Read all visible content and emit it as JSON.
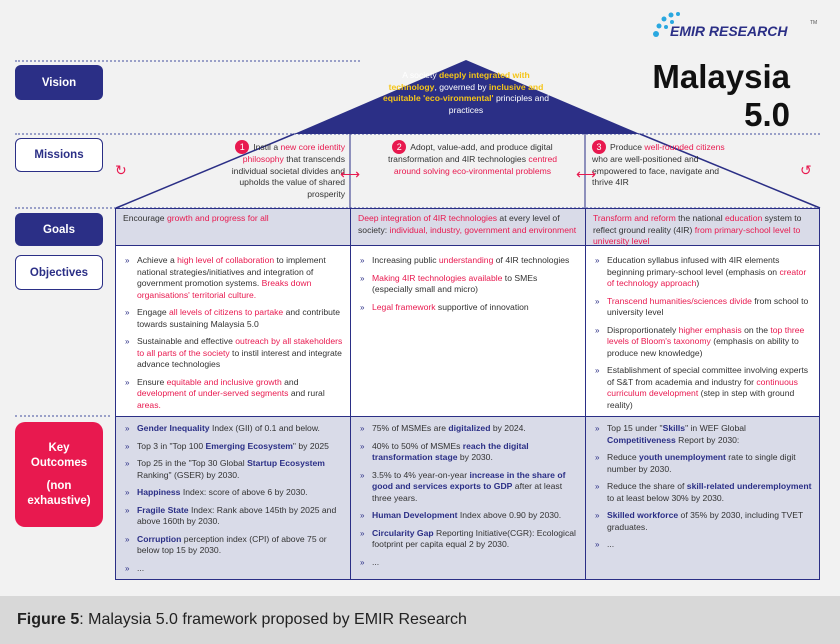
{
  "logo": {
    "text": "EMIR RESEARCH",
    "tm": "TM"
  },
  "title": {
    "line1": "Malaysia",
    "line2": "5.0"
  },
  "labels": {
    "vision": "Vision",
    "missions": "Missions",
    "goals": "Goals",
    "objectives": "Objectives",
    "key_outcomes": [
      "Key",
      "Outcomes",
      "(non",
      "exhaustive)"
    ]
  },
  "vision": [
    {
      "t": "A society "
    },
    {
      "t": "deeply integrated with technology",
      "s": "y"
    },
    {
      "t": ", governed by "
    },
    {
      "t": "inclusive and equitable 'eco-vironmental'",
      "s": "y"
    },
    {
      "t": " principles and practices"
    }
  ],
  "missions": [
    {
      "num": "1",
      "text": [
        {
          "t": "Instil a "
        },
        {
          "t": "new core identity philosophy",
          "s": "r"
        },
        {
          "t": " that transcends individual societal divides and upholds the value of shared prosperity"
        }
      ]
    },
    {
      "num": "2",
      "text": [
        {
          "t": "Adopt, value-add, and produce digital transformation and 4IR technologies "
        },
        {
          "t": "centred around solving eco-vironmental problems",
          "s": "r"
        }
      ]
    },
    {
      "num": "3",
      "text": [
        {
          "t": "Produce "
        },
        {
          "t": "well-rounded citizens",
          "s": "r"
        },
        {
          "t": " who are well-positioned and empowered to face, navigate and thrive 4IR"
        }
      ]
    }
  ],
  "arrow_symbol": "⟷",
  "goals": [
    [
      {
        "t": "Encourage "
      },
      {
        "t": "growth and progress for all",
        "s": "r"
      }
    ],
    [
      {
        "t": "Deep integration of 4IR technologies",
        "s": "r"
      },
      {
        "t": " at every level of society: "
      },
      {
        "t": "individual, industry, government and environment",
        "s": "r"
      }
    ],
    [
      {
        "t": "Transform and reform",
        "s": "r"
      },
      {
        "t": " the national "
      },
      {
        "t": "education",
        "s": "r"
      },
      {
        "t": " system to reflect ground reality (4IR) "
      },
      {
        "t": "from primary-school level to university level",
        "s": "r"
      }
    ]
  ],
  "objectives": [
    [
      [
        {
          "t": "Achieve a "
        },
        {
          "t": "high level of collaboration",
          "s": "r"
        },
        {
          "t": " to implement national strategies/initiatives and integration of government promotion systems. "
        },
        {
          "t": "Breaks down organisations' territorial culture.",
          "s": "r"
        }
      ],
      [
        {
          "t": "Engage "
        },
        {
          "t": "all levels of citizens to partake",
          "s": "r"
        },
        {
          "t": " and contribute towards sustaining Malaysia 5.0"
        }
      ],
      [
        {
          "t": "Sustainable and effective "
        },
        {
          "t": "outreach by all stakeholders to all parts of the society",
          "s": "r"
        },
        {
          "t": " to instil interest and integrate advance technologies"
        }
      ],
      [
        {
          "t": "Ensure "
        },
        {
          "t": "equitable and inclusive growth",
          "s": "r"
        },
        {
          "t": " and "
        },
        {
          "t": "development of under-served segments",
          "s": "r"
        },
        {
          "t": " and rural "
        },
        {
          "t": "areas.",
          "s": "r"
        }
      ]
    ],
    [
      [
        {
          "t": "Increasing public "
        },
        {
          "t": "understanding",
          "s": "r"
        },
        {
          "t": " of 4IR technologies"
        }
      ],
      [
        {
          "t": "Making 4IR technologies available",
          "s": "r"
        },
        {
          "t": " to SMEs (especially small and micro)"
        }
      ],
      [
        {
          "t": "Legal framework",
          "s": "r"
        },
        {
          "t": " supportive of innovation"
        }
      ]
    ],
    [
      [
        {
          "t": "Education syllabus infused with 4IR elements beginning primary-school level (emphasis on "
        },
        {
          "t": "creator of technology approach",
          "s": "r"
        },
        {
          "t": ")"
        }
      ],
      [
        {
          "t": "Transcend humanities/sciences divide",
          "s": "r"
        },
        {
          "t": " from school to university level"
        }
      ],
      [
        {
          "t": "Disproportionately "
        },
        {
          "t": "higher emphasis",
          "s": "r"
        },
        {
          "t": " on the "
        },
        {
          "t": "top three levels of Bloom's taxonomy",
          "s": "r"
        },
        {
          "t": " (emphasis on ability to produce new knowledge)"
        }
      ],
      [
        {
          "t": "Establishment of special committee involving experts of S&T from academia and industry for "
        },
        {
          "t": "continuous curriculum development",
          "s": "r"
        },
        {
          "t": " (step in step with ground reality)"
        }
      ]
    ]
  ],
  "outcomes": [
    [
      [
        {
          "t": "Gender Inequality",
          "s": "b"
        },
        {
          "t": " Index (GII) of 0.1 and below."
        }
      ],
      [
        {
          "t": "Top 3 in \"Top 100 "
        },
        {
          "t": "Emerging Ecosystem",
          "s": "b"
        },
        {
          "t": "\" by 2025"
        }
      ],
      [
        {
          "t": "Top 25 in the \"Top 30 Global "
        },
        {
          "t": "Startup Ecosystem",
          "s": "b"
        },
        {
          "t": " Ranking\" (GSER) by 2030."
        }
      ],
      [
        {
          "t": "Happiness",
          "s": "b"
        },
        {
          "t": " Index: score of above 6 by 2030."
        }
      ],
      [
        {
          "t": "Fragile State",
          "s": "b"
        },
        {
          "t": " Index: Rank above 145th by 2025 and above 160th by 2030."
        }
      ],
      [
        {
          "t": "Corruption",
          "s": "b"
        },
        {
          "t": " perception index (CPI) of above 75 or below top 15 by 2030."
        }
      ],
      [
        {
          "t": "..."
        }
      ]
    ],
    [
      [
        {
          "t": "75% of MSMEs are "
        },
        {
          "t": "digitalized",
          "s": "b"
        },
        {
          "t": " by 2024."
        }
      ],
      [
        {
          "t": "40% to 50% of MSMEs "
        },
        {
          "t": "reach the digital transformation stage",
          "s": "b"
        },
        {
          "t": " by 2030."
        }
      ],
      [
        {
          "t": "3.5% to 4% year-on-year "
        },
        {
          "t": "increase in the share of good and services exports to GDP",
          "s": "b"
        },
        {
          "t": " after at least three years."
        }
      ],
      [
        {
          "t": "Human Development",
          "s": "b"
        },
        {
          "t": " Index above 0.90 by 2030."
        }
      ],
      [
        {
          "t": "Circularity Gap",
          "s": "b"
        },
        {
          "t": " Reporting Initiative(CGR): Ecological footprint per capita equal 2 by 2030."
        }
      ],
      [
        {
          "t": "..."
        }
      ]
    ],
    [
      [
        {
          "t": "Top 15 under \""
        },
        {
          "t": "Skills",
          "s": "b"
        },
        {
          "t": "\" in WEF Global "
        },
        {
          "t": "Competitiveness",
          "s": "b"
        },
        {
          "t": " Report by 2030:"
        }
      ],
      [
        {
          "t": "Reduce "
        },
        {
          "t": "youth unemployment",
          "s": "b"
        },
        {
          "t": " rate to single digit number by 2030."
        }
      ],
      [
        {
          "t": "Reduce the share of "
        },
        {
          "t": "skill-related underemployment",
          "s": "b"
        },
        {
          "t": " to at least below 30% by 2030."
        }
      ],
      [
        {
          "t": "Skilled workforce",
          "s": "b"
        },
        {
          "t": " of 35% by 2030, including TVET graduates."
        }
      ],
      [
        {
          "t": "..."
        }
      ]
    ]
  ],
  "caption": {
    "label": "Figure 5",
    "text": ": Malaysia 5.0 framework proposed by EMIR Research"
  },
  "colors": {
    "navy": "#2b2f86",
    "red": "#e8194f",
    "yellow": "#f5c518",
    "row_tint": "#d9dbe8"
  }
}
